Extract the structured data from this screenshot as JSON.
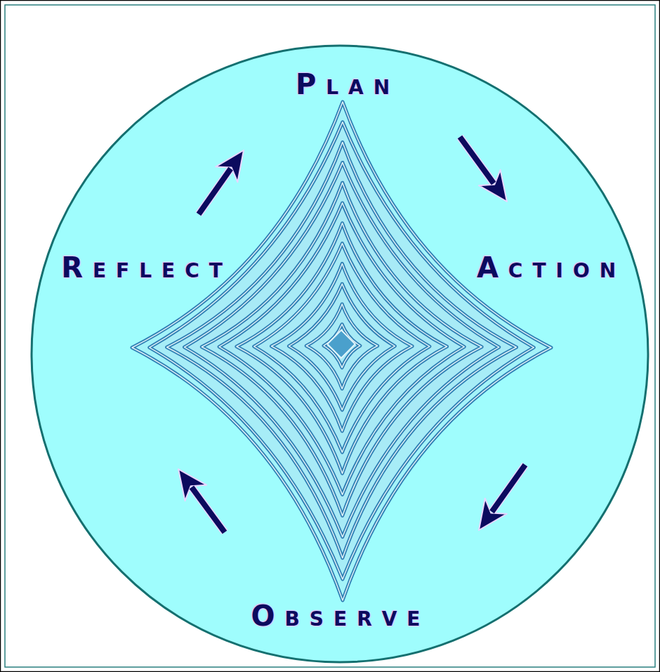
{
  "diagram": {
    "labels": [
      "Plan",
      "Reflect",
      "Action",
      "Observe"
    ]
  }
}
